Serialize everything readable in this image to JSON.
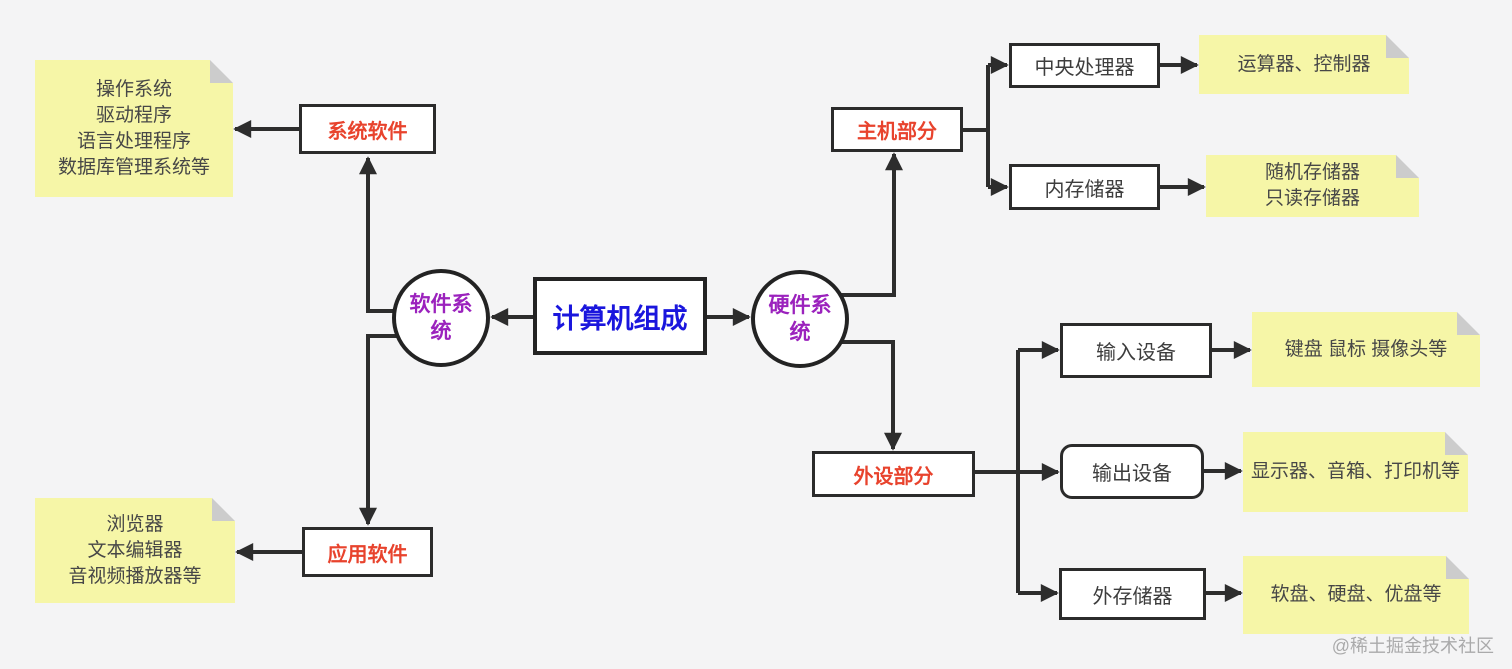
{
  "colors": {
    "background": "#f4f4f5",
    "note_yellow": "#f6f6a7",
    "note_fold_gray": "#cccccc",
    "line_black": "#2d2d2d",
    "accent_red": "#e8432d",
    "accent_purple": "#9b22bd",
    "accent_blue": "#1a16dd"
  },
  "diagram": {
    "root": {
      "label": "计算机组成"
    },
    "software": {
      "hub_label": "软件系统",
      "system_software": {
        "label": "系统软件",
        "note": "操作系统\n驱动程序\n语言处理程序\n数据库管理系统等"
      },
      "application_software": {
        "label": "应用软件",
        "note": "浏览器\n文本编辑器\n音视频播放器等"
      }
    },
    "hardware": {
      "hub_label": "硬件系统",
      "host": {
        "label": "主机部分",
        "cpu": {
          "label": "中央处理器",
          "note": "运算器、控制器"
        },
        "memory": {
          "label": "内存储器",
          "note": "随机存储器\n只读存储器"
        }
      },
      "peripheral": {
        "label": "外设部分",
        "input": {
          "label": "输入设备",
          "note": "键盘 鼠标 摄像头等"
        },
        "output": {
          "label": "输出设备",
          "note": "显示器、音箱、打印机等"
        },
        "external_storage": {
          "label": "外存储器",
          "note": "软盘、硬盘、优盘等"
        }
      }
    }
  },
  "watermark": "@稀土掘金技术社区"
}
